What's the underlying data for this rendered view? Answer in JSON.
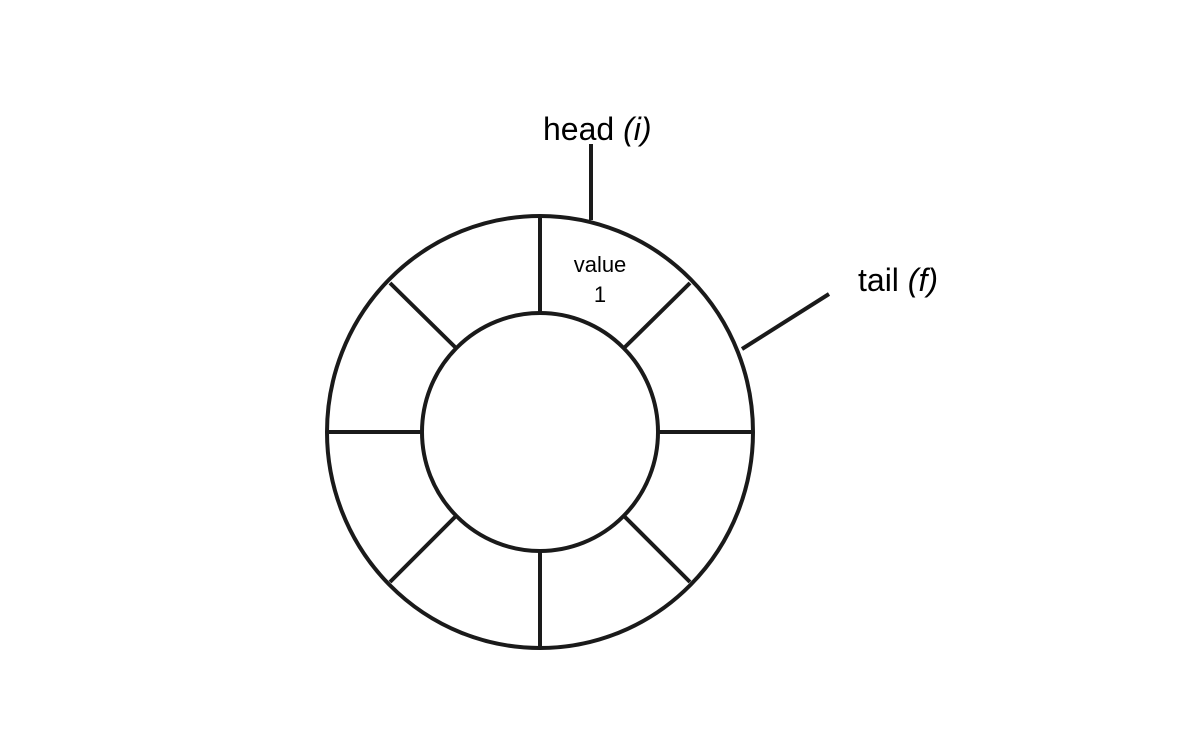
{
  "diagram": {
    "head_pointer": {
      "label": "head",
      "variable": "(i)"
    },
    "tail_pointer": {
      "label": "tail",
      "variable": "(f)"
    },
    "cells": [
      {
        "line1": "value",
        "line2": "1"
      },
      {
        "line1": "",
        "line2": ""
      },
      {
        "line1": "",
        "line2": ""
      },
      {
        "line1": "",
        "line2": ""
      },
      {
        "line1": "",
        "line2": ""
      },
      {
        "line1": "",
        "line2": ""
      },
      {
        "line1": "",
        "line2": ""
      },
      {
        "line1": "",
        "line2": ""
      }
    ],
    "colors": {
      "stroke": "#1a1a1a",
      "text": "#000000",
      "background": "#ffffff"
    }
  }
}
